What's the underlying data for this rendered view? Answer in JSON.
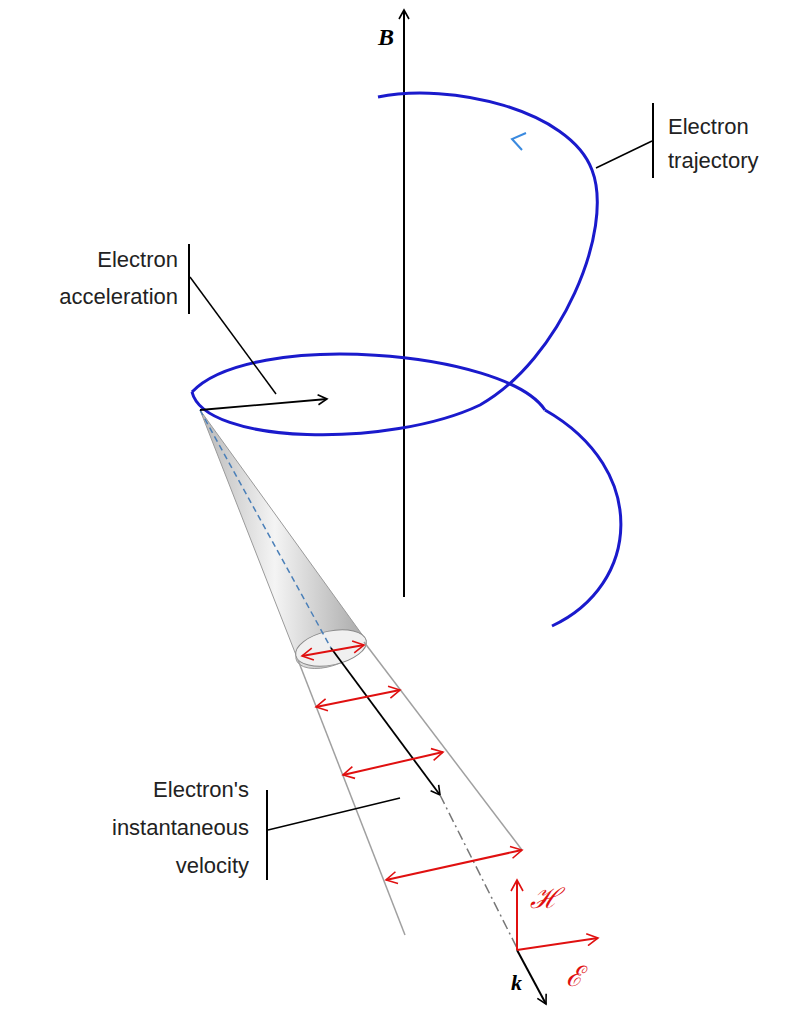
{
  "diagram": {
    "labels": [
      "B",
      "Electron trajectory",
      "Electron acceleration",
      "Electron's instantaneous velocity",
      "ℋ",
      "ℰ",
      "k"
    ]
  }
}
